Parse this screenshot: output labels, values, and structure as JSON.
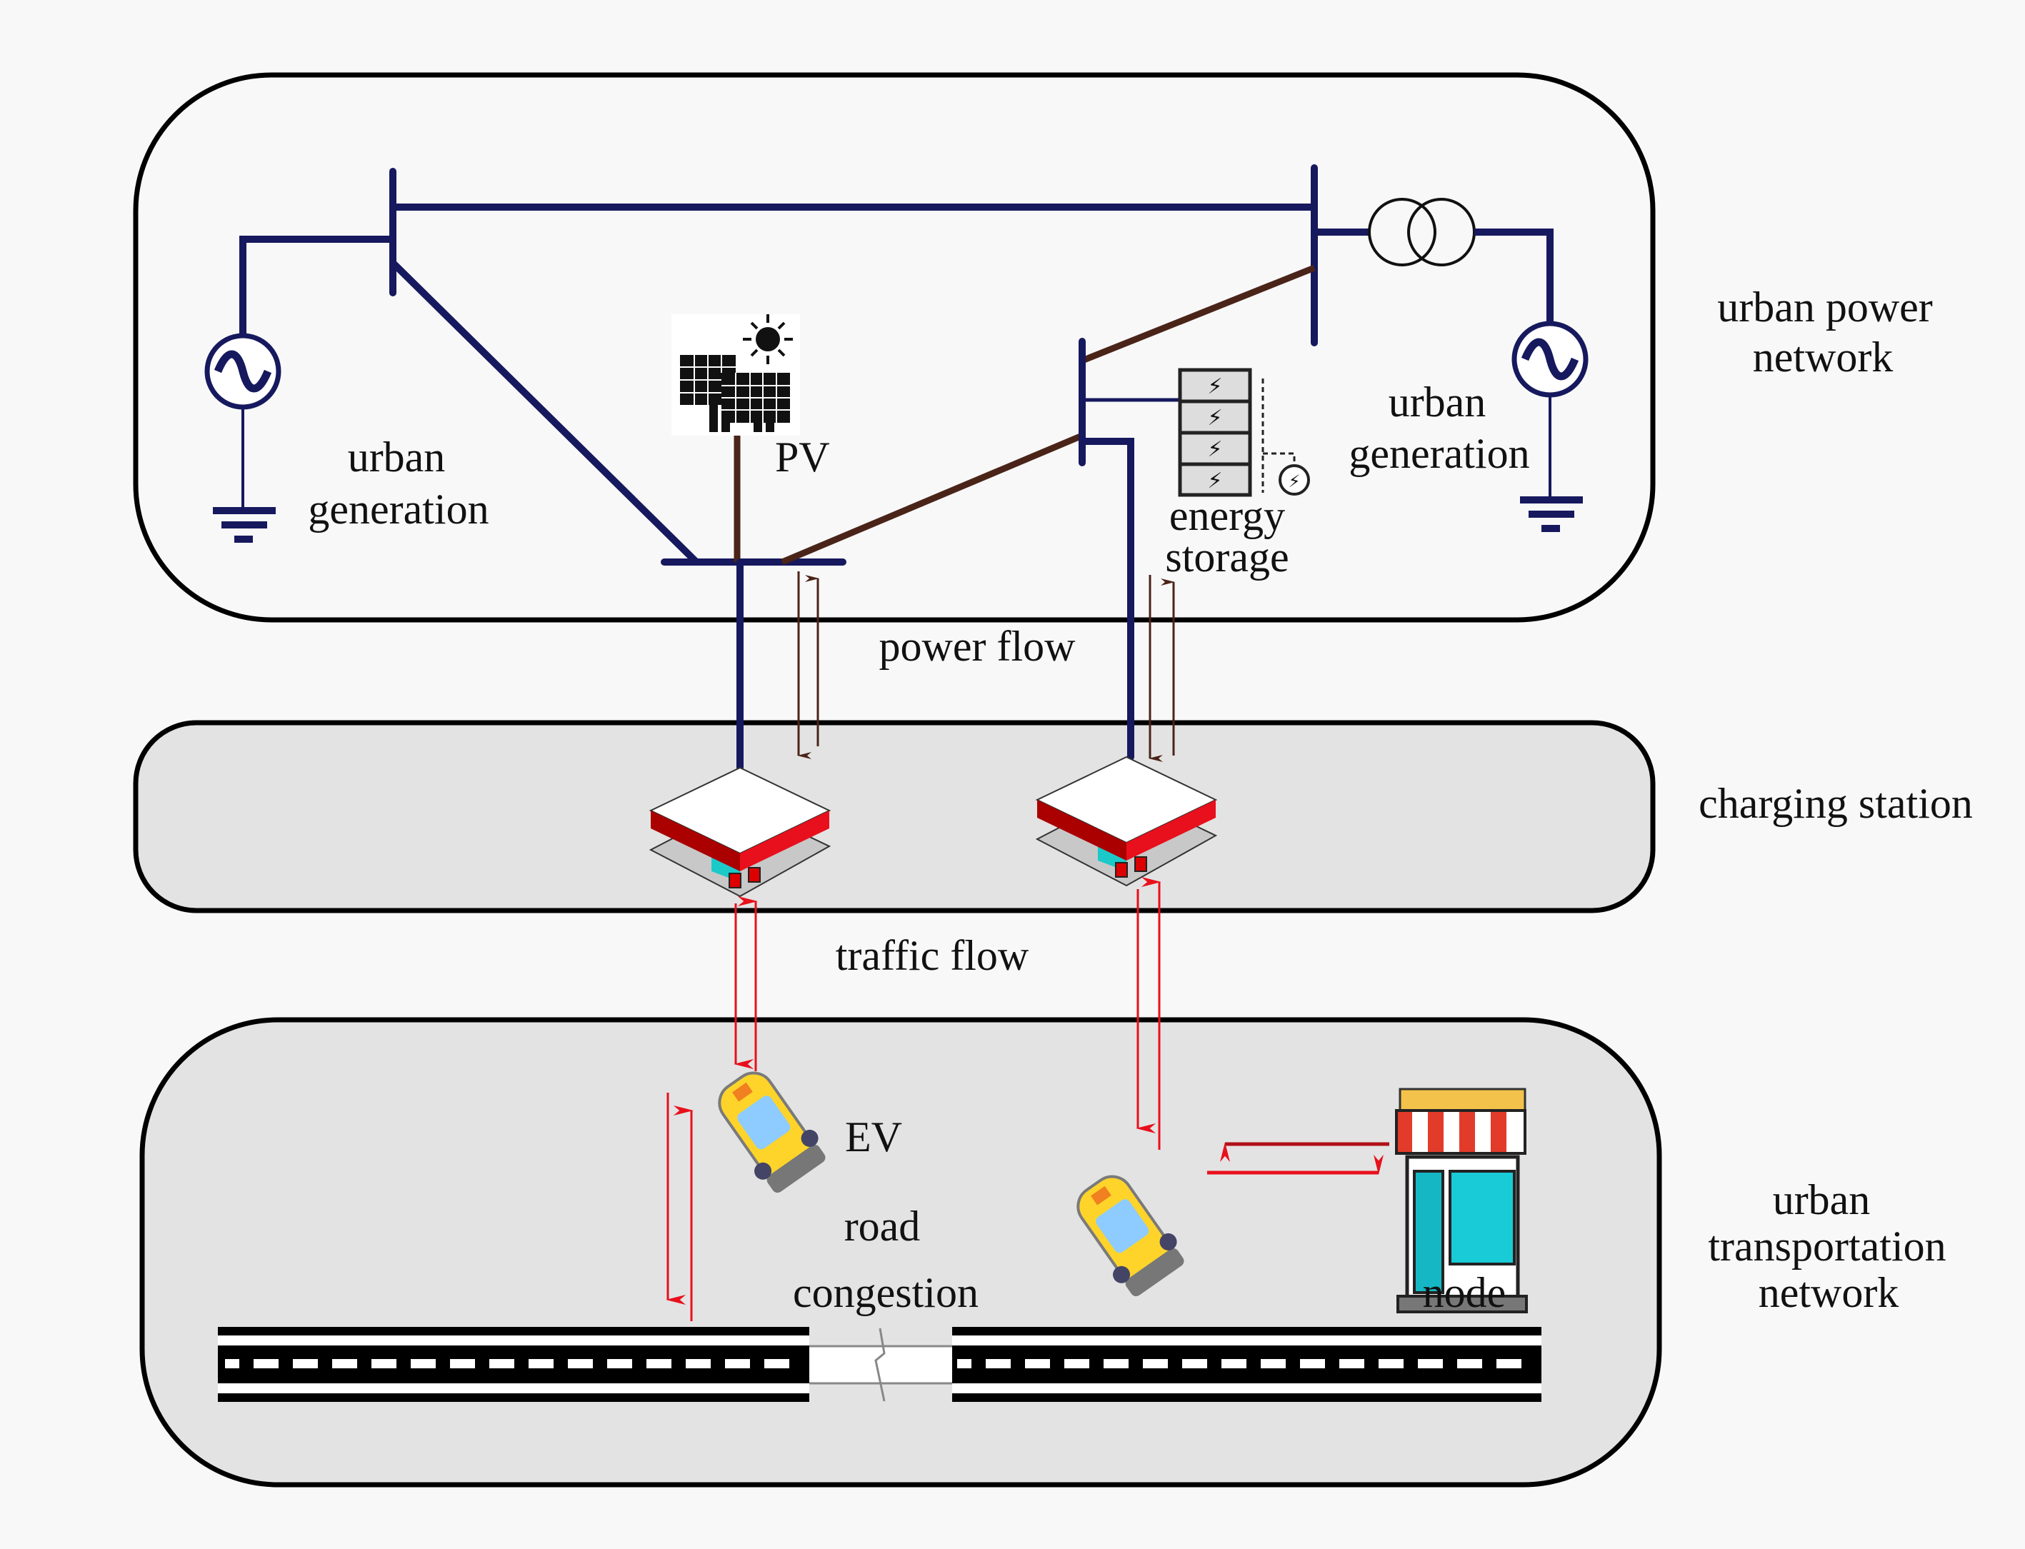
{
  "title": "Coupled urban power-transportation network diagram",
  "layers": {
    "power": {
      "label_line1": "urban power",
      "label_line2": "network"
    },
    "charging": {
      "label": "charging station"
    },
    "transport": {
      "label_line1": "urban",
      "label_line2": "transportation",
      "label_line3": "network"
    }
  },
  "power_elements": {
    "generation_left": {
      "line1": "urban",
      "line2": "generation"
    },
    "generation_right": {
      "line1": "urban",
      "line2": "generation"
    },
    "pv": "PV",
    "storage": {
      "line1": "energy",
      "line2": "storage"
    }
  },
  "flows": {
    "power_flow": "power flow",
    "traffic_flow": "traffic flow"
  },
  "transport_elements": {
    "ev": "EV",
    "congestion": {
      "line1": "road",
      "line2": "congestion"
    },
    "node": "node"
  },
  "colors": {
    "bus_line": "#16195e",
    "power_flow_arrow": "#4a2418",
    "traffic_arrow": "#e8101c",
    "panel_fill_gray": "#e3e3e3",
    "panel_fill_light": "#f8f8f8"
  }
}
